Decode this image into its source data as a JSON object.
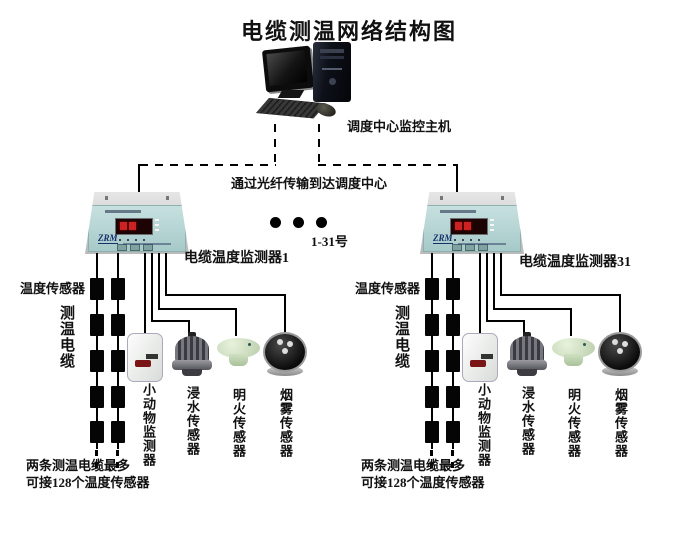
{
  "title": "电缆测温网络结构图",
  "host_label": "调度中心监控主机",
  "fiber_label": "通过光纤传输到达调度中心",
  "range_label": "1-31号",
  "device_brand": "ZRM",
  "monitor_left_label": "电缆温度监测器1",
  "monitor_right_label": "电缆温度监测器31",
  "shared": {
    "temp_sensor_label": "温度传感器",
    "cable_label": "测温电缆",
    "sensor_labels": [
      "小动物监测器",
      "浸水传感器",
      "明火传感器",
      "烟雾传感器"
    ],
    "note_line1": "两条测温电缆最多",
    "note_line2": "可接128个温度传感器"
  },
  "colors": {
    "line": "#000000",
    "device_face": "#b4d5d3",
    "device_lid": "#c9c9c9",
    "led_background": "#1c0404",
    "led_digit": "#cc2222",
    "flame_sensor_green": "#d3e3c8",
    "smoke_sensor_dark": "#1a1a1a",
    "background": "#ffffff"
  }
}
